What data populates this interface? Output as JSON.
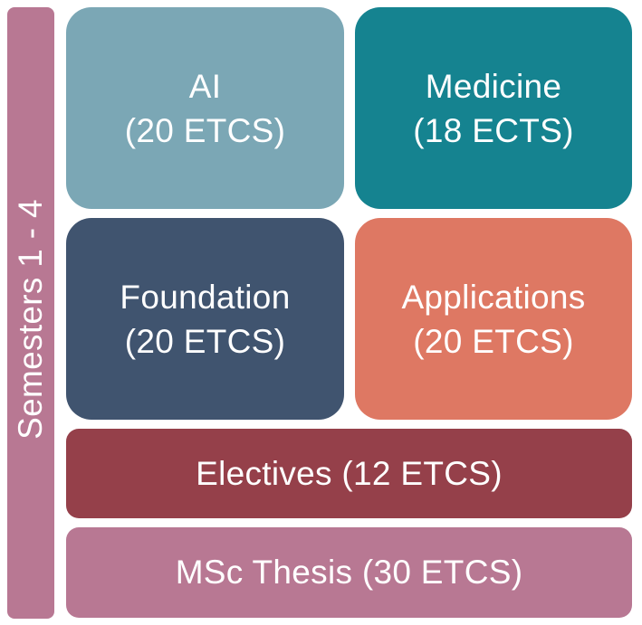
{
  "colors": {
    "semesters": "#b87893",
    "ai": "#7ba7b5",
    "medicine": "#158390",
    "foundation": "#40546f",
    "applications": "#de7863",
    "electives": "#95404a",
    "thesis": "#b87893"
  },
  "sidebar": {
    "label": "Semesters 1 - 4"
  },
  "blocks": {
    "ai": {
      "line1": "AI",
      "line2": "(20 ETCS)"
    },
    "medicine": {
      "line1": "Medicine",
      "line2": "(18 ECTS)"
    },
    "foundation": {
      "line1": "Foundation",
      "line2": "(20 ETCS)"
    },
    "applications": {
      "line1": "Applications",
      "line2": "(20 ETCS)"
    }
  },
  "bars": {
    "electives": "Electives (12 ETCS)",
    "thesis": "MSc Thesis (30 ETCS)"
  }
}
